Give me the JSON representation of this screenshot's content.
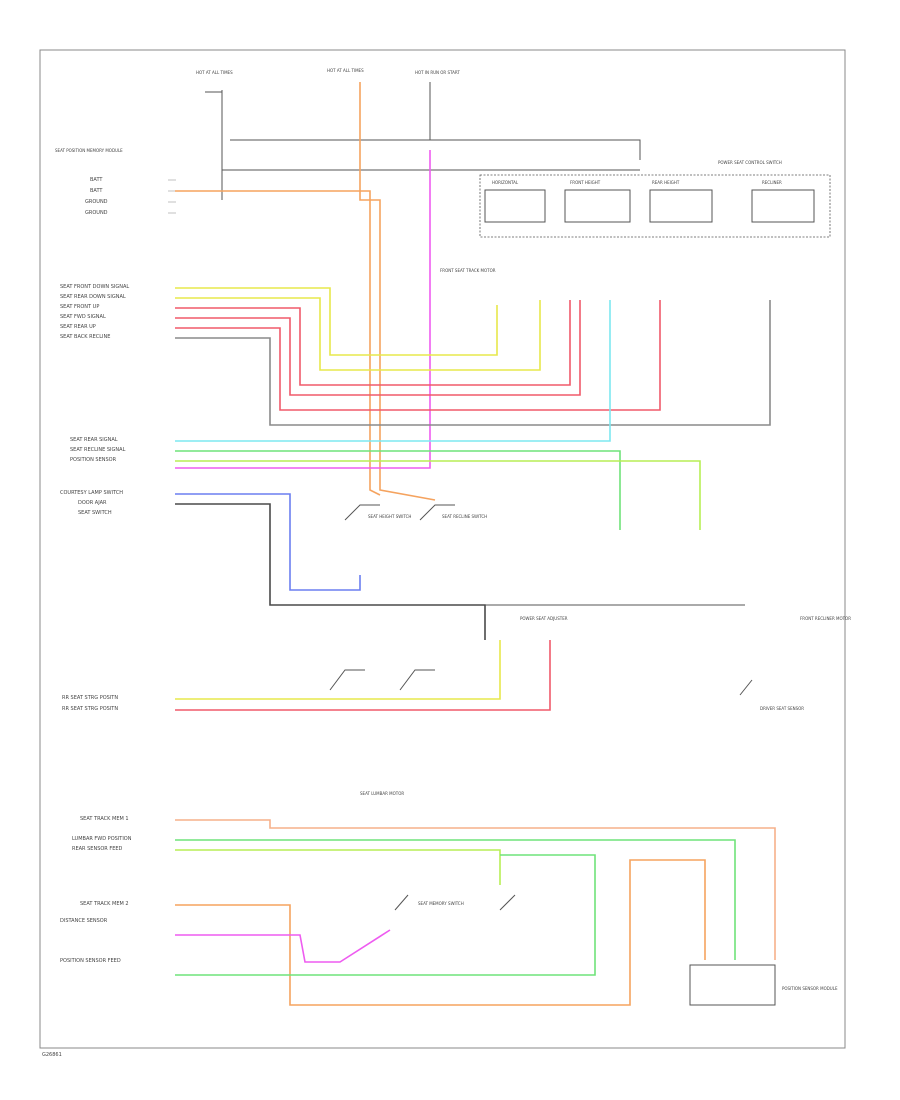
{
  "footer": {
    "code": "G26861"
  },
  "colors": {
    "orange": "#f5a35f",
    "yellow": "#e7e84b",
    "red": "#f05a6a",
    "pink": "#ee5cf0",
    "cyan": "#7de8f0",
    "green": "#6fe37a",
    "lime": "#b7ee55",
    "blue": "#6b7ef0",
    "gray": "#8a8a8a",
    "dark": "#4a4a4a",
    "salmon": "#f6b08a",
    "lightgray": "#c8c8c8"
  },
  "left_labels": [
    "BATT",
    "BATT",
    "GROUND",
    "GROUND",
    "SEAT FRONT DOWN SIGNAL",
    "SEAT REAR DOWN SIGNAL",
    "SEAT FRONT UP",
    "SEAT FWD SIGNAL",
    "SEAT REAR UP",
    "SEAT BACK RECLINE",
    "SEAT REAR SIGNAL",
    "SEAT RECLINE SIGNAL",
    "POSITION SENSOR",
    "COURTESY LAMP SWITCH",
    "DOOR AJAR",
    "SEAT SWITCH",
    "RR SEAT STRG POSITN",
    "RR SEAT STRG POSITN",
    "SEAT TRACK MEM 1",
    "LUMBAR FWD POSITION",
    "REAR SENSOR FEED",
    "SEAT TRACK MEM 2",
    "DISTANCE SENSOR",
    "POSITION SENSOR FEED"
  ],
  "component_labels": [
    "SEAT POSITION MEMORY MODULE",
    "POWER SEAT CONTROL SWITCH",
    "HORIZONTAL",
    "FRONT HEIGHT",
    "REAR HEIGHT",
    "RECLINER",
    "FRONT SEAT TRACK MOTOR",
    "POWER SEAT ADJUSTER",
    "FRONT RECLINER MOTOR",
    "SEAT HEIGHT SWITCH",
    "SEAT RECLINE SWITCH",
    "SEAT LUMBAR MOTOR",
    "SEAT MEMORY SWITCH",
    "POSITION SENSOR MODULE",
    "DRIVER SEAT SENSOR"
  ],
  "top_labels": [
    "HOT AT ALL TIMES",
    "HOT AT ALL TIMES",
    "HOT IN RUN OR START"
  ]
}
